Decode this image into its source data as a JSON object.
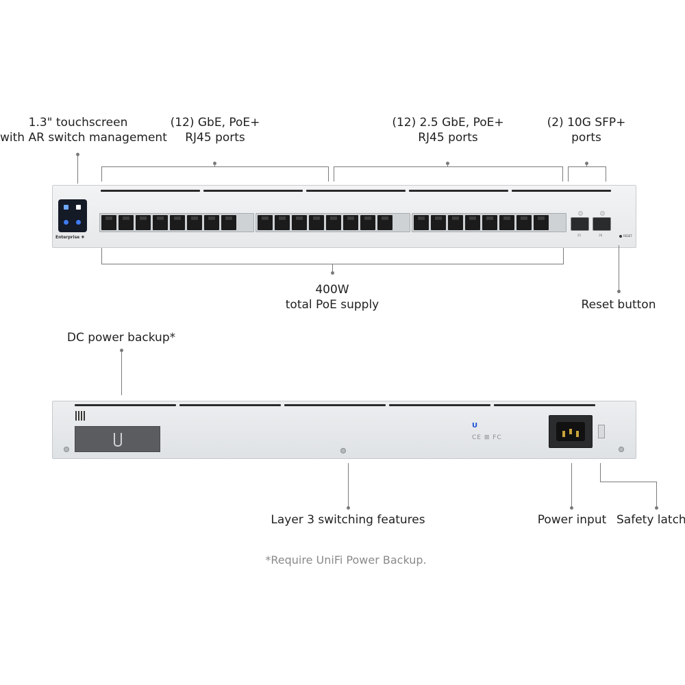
{
  "labels": {
    "touchscreen": {
      "line1": "1.3\" touchscreen",
      "line2": "with AR switch management"
    },
    "gbe_ports": {
      "line1": "(12) GbE, PoE+",
      "line2": "RJ45 ports"
    },
    "gbe25_ports": {
      "line1": "(12) 2.5 GbE, PoE+",
      "line2": "RJ45 ports"
    },
    "sfp_ports": {
      "line1": "(2) 10G SFP+",
      "line2": "ports"
    },
    "poe_supply": {
      "line1": "400W",
      "line2": "total PoE supply"
    },
    "reset_button": "Reset button",
    "dc_backup": "DC power backup*",
    "layer3": "Layer 3 switching features",
    "power_input": "Power input",
    "safety_latch": "Safety latch"
  },
  "device": {
    "brand": "Enterprise",
    "reset_text": "RESET",
    "sfp_numbers": [
      "25",
      "26"
    ],
    "certifications": "CE ⊠ FC"
  },
  "footnote": "*Require UniFi Power Backup."
}
